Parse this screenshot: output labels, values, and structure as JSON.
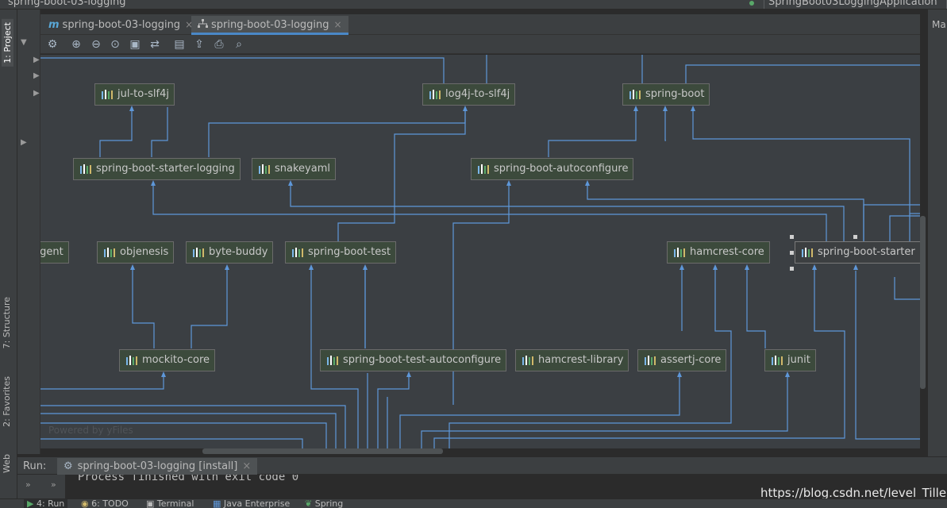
{
  "window": {
    "breadcrumb": "spring-boot-03-logging",
    "run_config": "SpringBoot03LoggingApplication"
  },
  "left_tabs": {
    "project": "1: Project",
    "structure": "7: Structure",
    "favorites": "2: Favorites",
    "web": "Web"
  },
  "right_panel": {
    "header": "Ma"
  },
  "tabs": [
    {
      "label": "spring-boot-03-logging",
      "icon": "maven-m-icon",
      "close": "×"
    },
    {
      "label": "spring-boot-03-logging",
      "icon": "diagram-icon",
      "close": "×"
    }
  ],
  "toolbar": {
    "icons": [
      "diagram-settings-icon",
      "zoom-in-icon",
      "zoom-out-icon",
      "actual-size-icon",
      "fit-content-icon",
      "layout-icon",
      "save-icon",
      "export-icon",
      "print-icon",
      "find-icon"
    ]
  },
  "diagram": {
    "watermark": "Powered by yFiles",
    "nodes": {
      "jul": "jul-to-slf4j",
      "log4j": "log4j-to-slf4j",
      "boot": "spring-boot",
      "starter_logging": "spring-boot-starter-logging",
      "snakeyaml": "snakeyaml",
      "autoconfigure": "spring-boot-autoconfigure",
      "agent": "y-agent",
      "objenesis": "objenesis",
      "bytebuddy": "byte-buddy",
      "boot_test": "spring-boot-test",
      "hamcrest_core": "hamcrest-core",
      "starter": "spring-boot-starter",
      "mockito": "mockito-core",
      "test_autoconfigure": "spring-boot-test-autoconfigure",
      "hamcrest_library": "hamcrest-library",
      "assertj": "assertj-core",
      "junit": "junit"
    },
    "colors": {
      "edge": "#5e97d9",
      "node_fill": "#3c4a3c",
      "canvas": "#3b3f43"
    }
  },
  "run": {
    "label": "Run:",
    "tab": "spring-boot-03-logging [install]",
    "close": "×",
    "output": "Process finished with exit code 0"
  },
  "bottom_tabs": [
    "4: Run",
    "6: TODO",
    "Terminal",
    "Java Enterprise",
    "Spring"
  ],
  "watermark": "https://blog.csdn.net/level_Tiller"
}
